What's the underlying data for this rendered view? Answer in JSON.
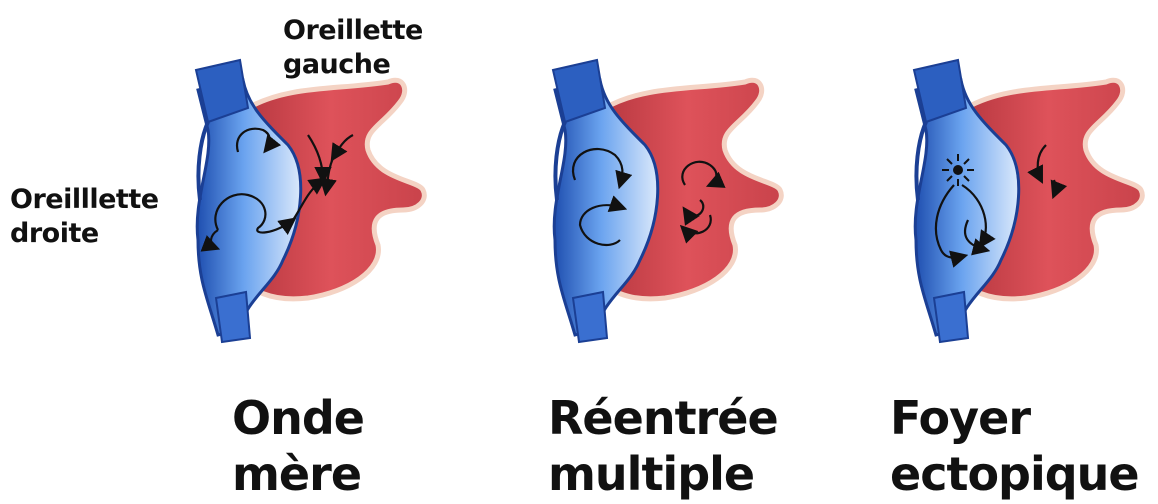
{
  "labels": {
    "left_atrium": "Oreillette\ngauche",
    "right_atrium": "Oreilllette\ndroite"
  },
  "panels": [
    {
      "caption_line1": "Onde",
      "caption_line2": "mère",
      "mechanism": "mother-wave"
    },
    {
      "caption_line1": "Réentrée",
      "caption_line2": "multiple",
      "mechanism": "multiple-reentry"
    },
    {
      "caption_line1": "Foyer",
      "caption_line2": "ectopique",
      "mechanism": "ectopic-focus"
    }
  ],
  "colors": {
    "right_atrium_blue": "#3a78d8",
    "vein_blue": "#2c5fc0",
    "left_atrium_red": "#d8484f",
    "highlight": "#f7d8c8",
    "arrow": "#111111"
  }
}
